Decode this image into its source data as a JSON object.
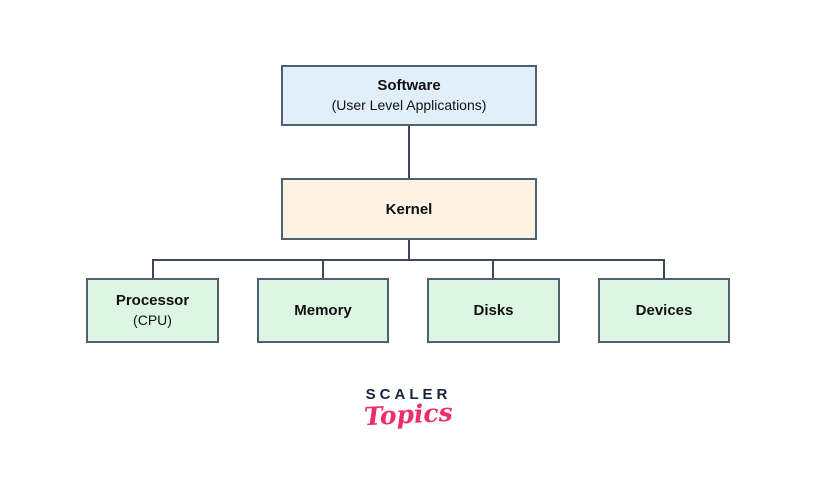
{
  "diagram": {
    "nodes": {
      "software": {
        "title": "Software",
        "subtitle": "(User Level Applications)"
      },
      "kernel": {
        "title": "Kernel"
      },
      "processor": {
        "title": "Processor",
        "subtitle": "(CPU)"
      },
      "memory": {
        "title": "Memory"
      },
      "disks": {
        "title": "Disks"
      },
      "devices": {
        "title": "Devices"
      }
    },
    "colors": {
      "software_fill": "#e1effb",
      "kernel_fill": "#fdf3e3",
      "hardware_fill": "#ddf6e4",
      "box_border": "#51606f",
      "line": "#3d4859",
      "text": "#111111"
    }
  },
  "logo": {
    "brand": "SCALER",
    "sub": "Topics",
    "brand_color": "#16243d",
    "sub_color": "#ee2c67"
  }
}
